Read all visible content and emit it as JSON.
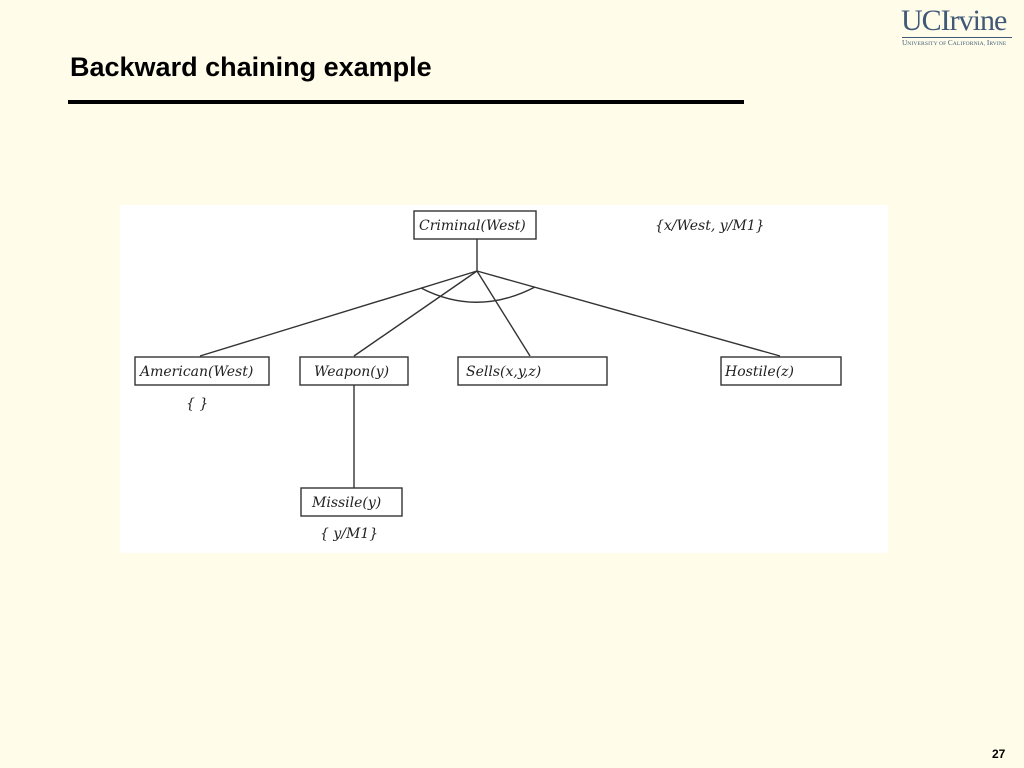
{
  "slide": {
    "title": "Backward chaining example",
    "page_number": "27"
  },
  "logo": {
    "name": "UCIrvine",
    "subtitle": "University of California, Irvine",
    "color": "#3f5977"
  },
  "colors": {
    "background": "#fffdea",
    "figure_background": "#ffffff"
  },
  "diagram": {
    "root": {
      "label": "Criminal(West)",
      "binding": "{x/West, y/M1}"
    },
    "subgoals": {
      "american": "American(West)",
      "weapon": "Weapon(y)",
      "sells": "Sells(x,y,z)",
      "hostile": "Hostile(z)",
      "missile": "Missile(y)"
    },
    "bindings": {
      "american": "{ }",
      "missile": "{ y/M1}"
    }
  }
}
